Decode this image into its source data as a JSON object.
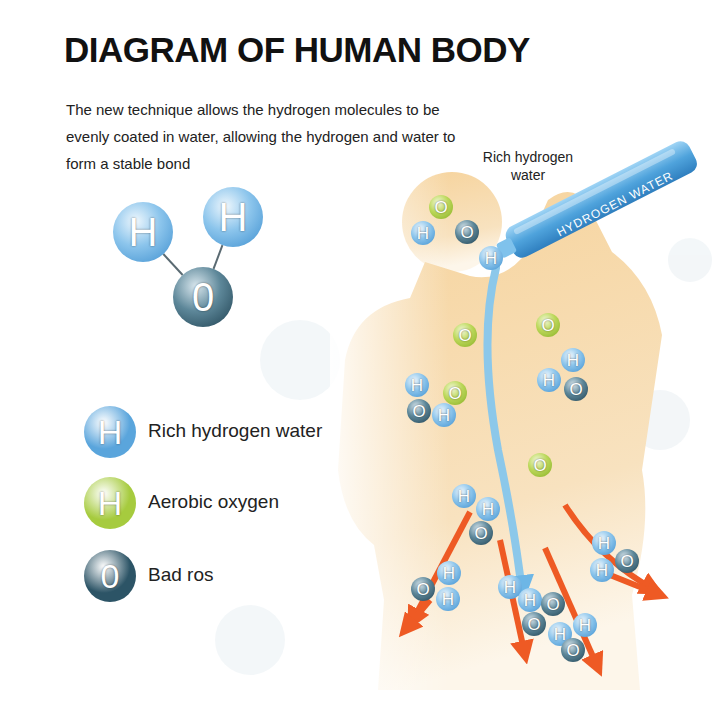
{
  "diagram": {
    "title": "DIAGRAM OF HUMAN BODY",
    "nodes": [
      {
        "text": [
          "H"
        ]
      },
      {
        "text": [
          "H"
        ]
      },
      {
        "text": [
          "0"
        ]
      },
      {
        "text": [
          "O"
        ]
      },
      {
        "text": [
          "H"
        ]
      },
      {
        "text": [
          "O"
        ]
      },
      {
        "text": [
          "H"
        ]
      },
      {
        "text": [
          "O"
        ]
      },
      {
        "text": [
          "O"
        ]
      },
      {
        "text": [
          "H"
        ]
      },
      {
        "text": [
          "H"
        ]
      },
      {
        "text": [
          "O"
        ]
      },
      {
        "text": [
          "H"
        ]
      },
      {
        "text": [
          "O"
        ]
      },
      {
        "text": [
          "O"
        ]
      },
      {
        "text": [
          "H"
        ]
      },
      {
        "text": [
          "O"
        ]
      },
      {
        "text": [
          "H"
        ]
      },
      {
        "text": [
          "H"
        ]
      },
      {
        "text": [
          "O"
        ]
      },
      {
        "text": [
          "H"
        ]
      },
      {
        "text": [
          "O"
        ]
      },
      {
        "text": [
          "H"
        ]
      },
      {
        "text": [
          "H"
        ]
      },
      {
        "text": [
          "O"
        ]
      },
      {
        "text": [
          "H"
        ]
      },
      {
        "text": [
          "H"
        ]
      },
      {
        "text": [
          "H"
        ]
      },
      {
        "text": [
          "O"
        ]
      },
      {
        "text": [
          "O"
        ]
      },
      {
        "text": [
          "H"
        ]
      },
      {
        "text": [
          "H"
        ]
      },
      {
        "text": [
          "O"
        ]
      }
    ],
    "edges": [
      {
        "from": 0,
        "to": 2,
        "arrow": "none"
      },
      {
        "from": 1,
        "to": 2,
        "arrow": "none"
      }
    ],
    "labels": [
      "The new technique allows the hydrogen molecules to be evenly coated in water, allowing the hydrogen and water to form a stable bond",
      "Rich hydrogen water",
      "HYDROGEN WATER",
      "H",
      "H",
      "0"
    ],
    "legend": [
      {
        "text": "Rich hydrogen water",
        "color": "#5aa5dc"
      },
      {
        "text": "Aerobic oxygen",
        "color": "#a6cb3e"
      },
      {
        "text": "Bad ros",
        "color": "#2c5466"
      }
    ]
  }
}
